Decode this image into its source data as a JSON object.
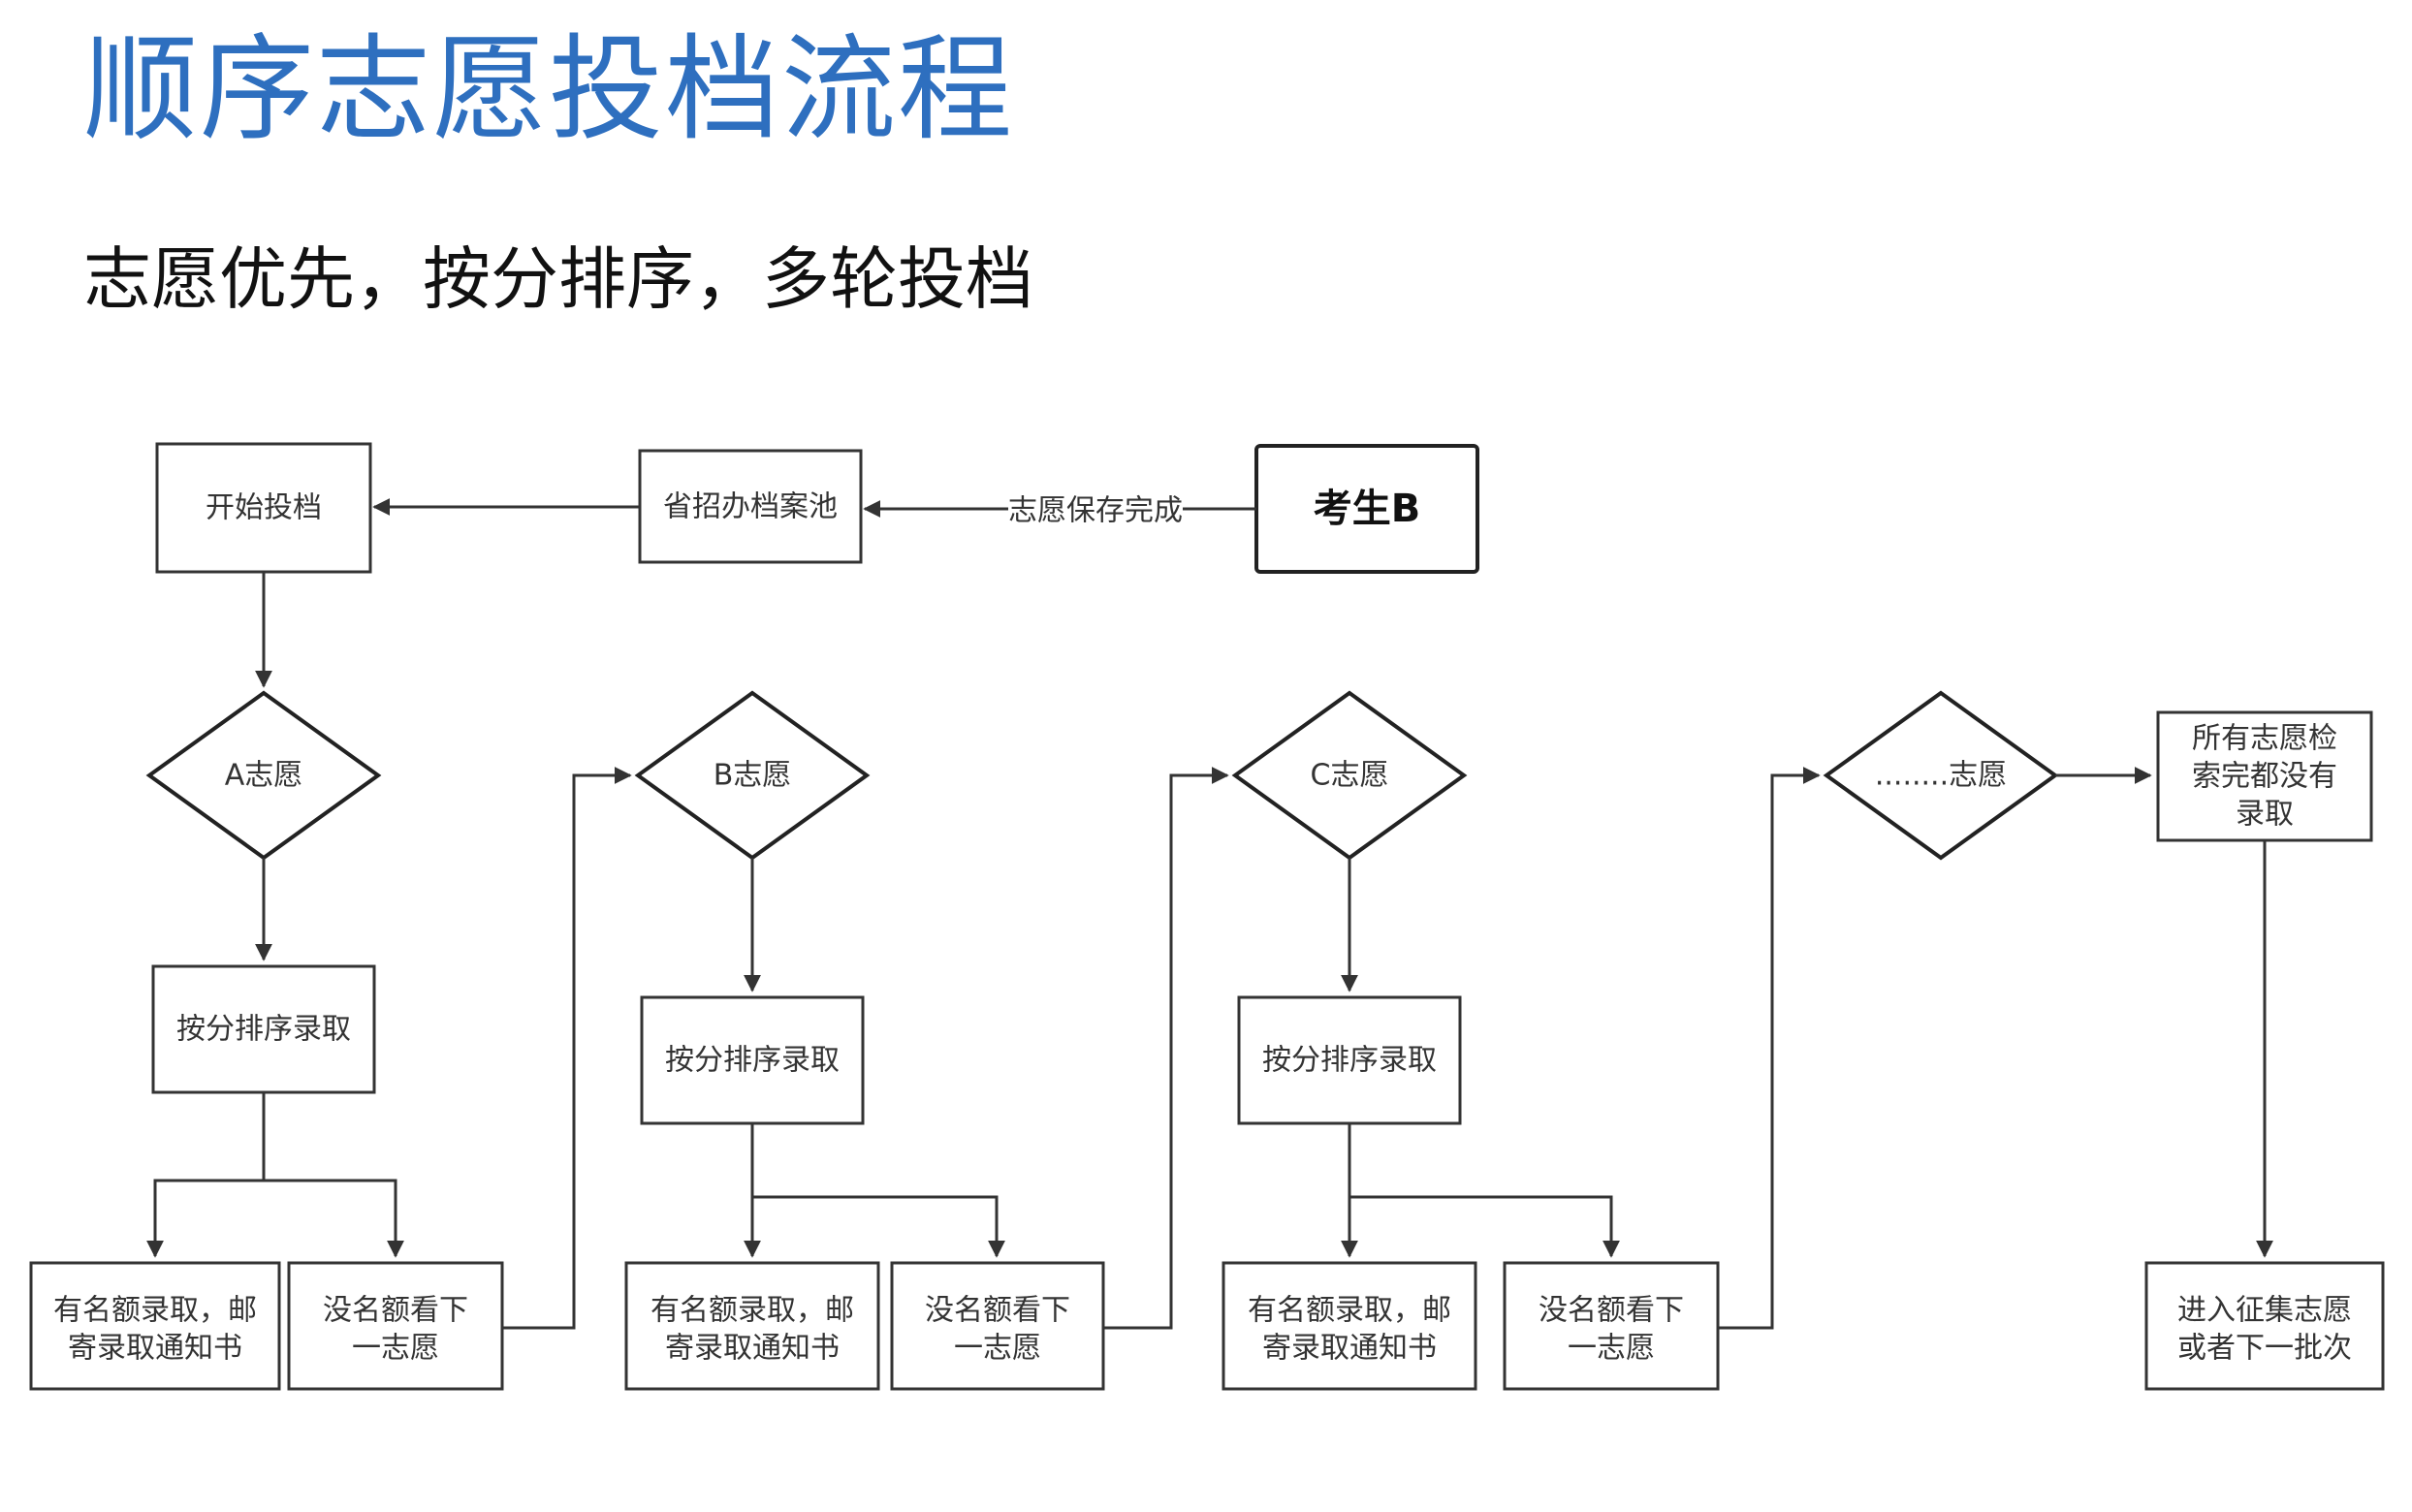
{
  "title": "顺序志愿投档流程",
  "subtitle": "志愿优先，按分排序，多轮投档",
  "nodes": {
    "start": "开始投档",
    "pool": "省招办档案池",
    "student": "考生B",
    "choice_a": "A志愿",
    "choice_b": "B志愿",
    "choice_c": "C志愿",
    "choice_more": "........志愿",
    "rank_a": "按分排序录取",
    "rank_b": "按分排序录取",
    "rank_c": "按分排序录取",
    "admit_a": [
      "有名额录取，邮",
      "寄录取通知书"
    ],
    "admit_b": [
      "有名额录取，邮",
      "寄录取通知书"
    ],
    "admit_c": [
      "有名额录取，邮",
      "寄录取通知书"
    ],
    "next_a": [
      "没名额看下",
      "一志愿"
    ],
    "next_b": [
      "没名额看下",
      "一志愿"
    ],
    "next_c": [
      "没名额看下",
      "一志愿"
    ],
    "none_admitted": [
      "所有志愿检",
      "索完都没有",
      "录取"
    ],
    "final": [
      "进入征集志愿",
      "或者下一批次"
    ]
  },
  "edges": {
    "student_to_pool": "志愿保存完成"
  },
  "colors": {
    "title": "#2e6fbf",
    "line": "#333333"
  }
}
